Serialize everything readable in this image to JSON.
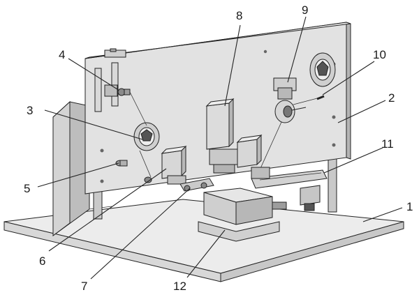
{
  "figure": {
    "callouts": [
      {
        "id": "1",
        "text": "1"
      },
      {
        "id": "2",
        "text": "2"
      },
      {
        "id": "3",
        "text": "3"
      },
      {
        "id": "4",
        "text": "4"
      },
      {
        "id": "5",
        "text": "5"
      },
      {
        "id": "6",
        "text": "6"
      },
      {
        "id": "7",
        "text": "7"
      },
      {
        "id": "8",
        "text": "8"
      },
      {
        "id": "9",
        "text": "9"
      },
      {
        "id": "10",
        "text": "10"
      },
      {
        "id": "11",
        "text": "11"
      },
      {
        "id": "12",
        "text": "12"
      }
    ]
  }
}
